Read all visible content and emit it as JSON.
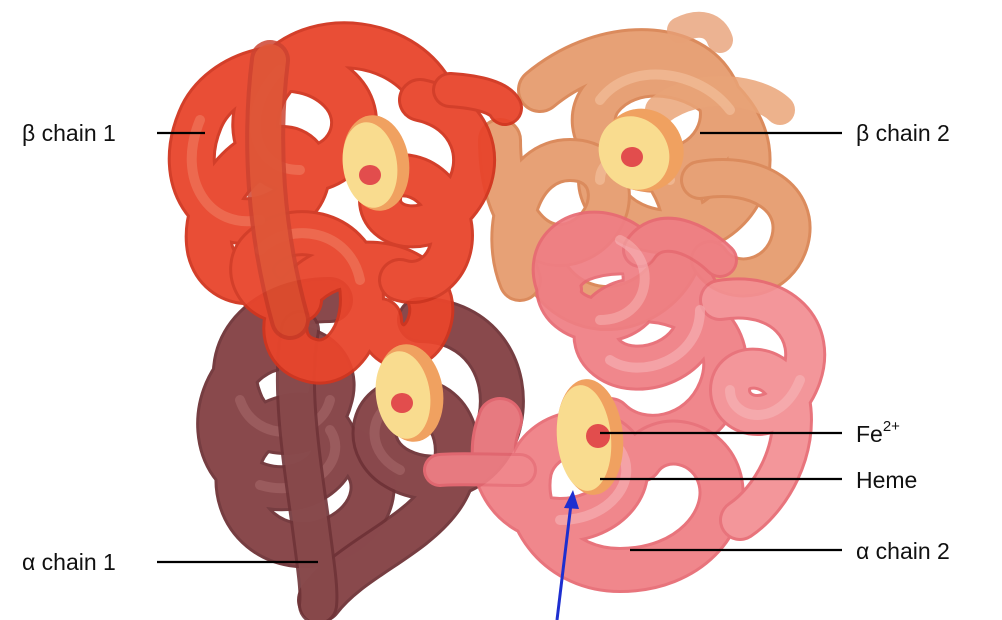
{
  "labels": {
    "beta1": "β chain 1",
    "beta2": "β chain 2",
    "alpha1": "α chain 1",
    "alpha2": "α chain 2",
    "heme": "Heme",
    "fe_base": "Fe",
    "fe_sup": "2+"
  },
  "colors": {
    "beta1": "#e8452c",
    "beta2": "#e59a6b",
    "alpha1": "#8a4a4d",
    "alpha2": "#ef7e84",
    "heme_disc": "#f9dc8f",
    "heme_rim": "#f0a160",
    "iron": "#e24d4d",
    "arrow": "#1e2fd0"
  },
  "icons": {
    "arrow": "arrow-up-icon"
  }
}
